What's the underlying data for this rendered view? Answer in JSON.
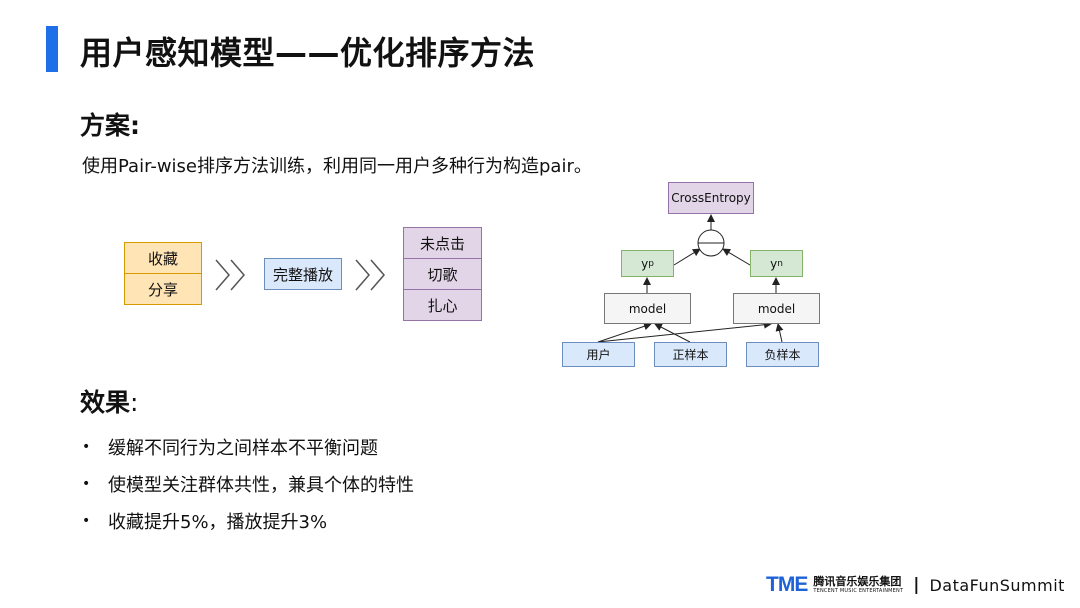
{
  "title": "用户感知模型——优化排序方法",
  "scheme": {
    "heading": "方案:",
    "description": "使用Pair-wise排序方法训练，利用同一用户多种行为构造pair。"
  },
  "flow": {
    "group1": [
      "收藏",
      "分享"
    ],
    "middle": "完整播放",
    "group3": [
      "未点击",
      "切歌",
      "扎心"
    ]
  },
  "diagram": {
    "loss": "CrossEntropy",
    "yp": "y",
    "yp_sub": "p",
    "yn": "y",
    "yn_sub": "n",
    "model_left": "model",
    "model_right": "model",
    "input_user": "用户",
    "input_pos": "正样本",
    "input_neg": "负样本"
  },
  "effect": {
    "heading": "效果",
    "colon": ":",
    "bullets": [
      "缓解不同行为之间样本不平衡问题",
      "使模型关注群体共性，兼具个体的特性",
      "收藏提升5%，播放提升3%"
    ]
  },
  "footer": {
    "logo_mark": "TME",
    "logo_cn": "腾讯音乐娱乐集团",
    "logo_en": "TENCENT MUSIC ENTERTAINMENT",
    "separator": "|",
    "summit": "DataFunSummit"
  },
  "colors": {
    "accent": "#1f6fe8",
    "orange_fill": "#ffe4b5",
    "blue_fill": "#dae8fc",
    "purple_fill": "#e1d5e7",
    "green_fill": "#d5e8d4",
    "gray_fill": "#f5f5f5"
  }
}
